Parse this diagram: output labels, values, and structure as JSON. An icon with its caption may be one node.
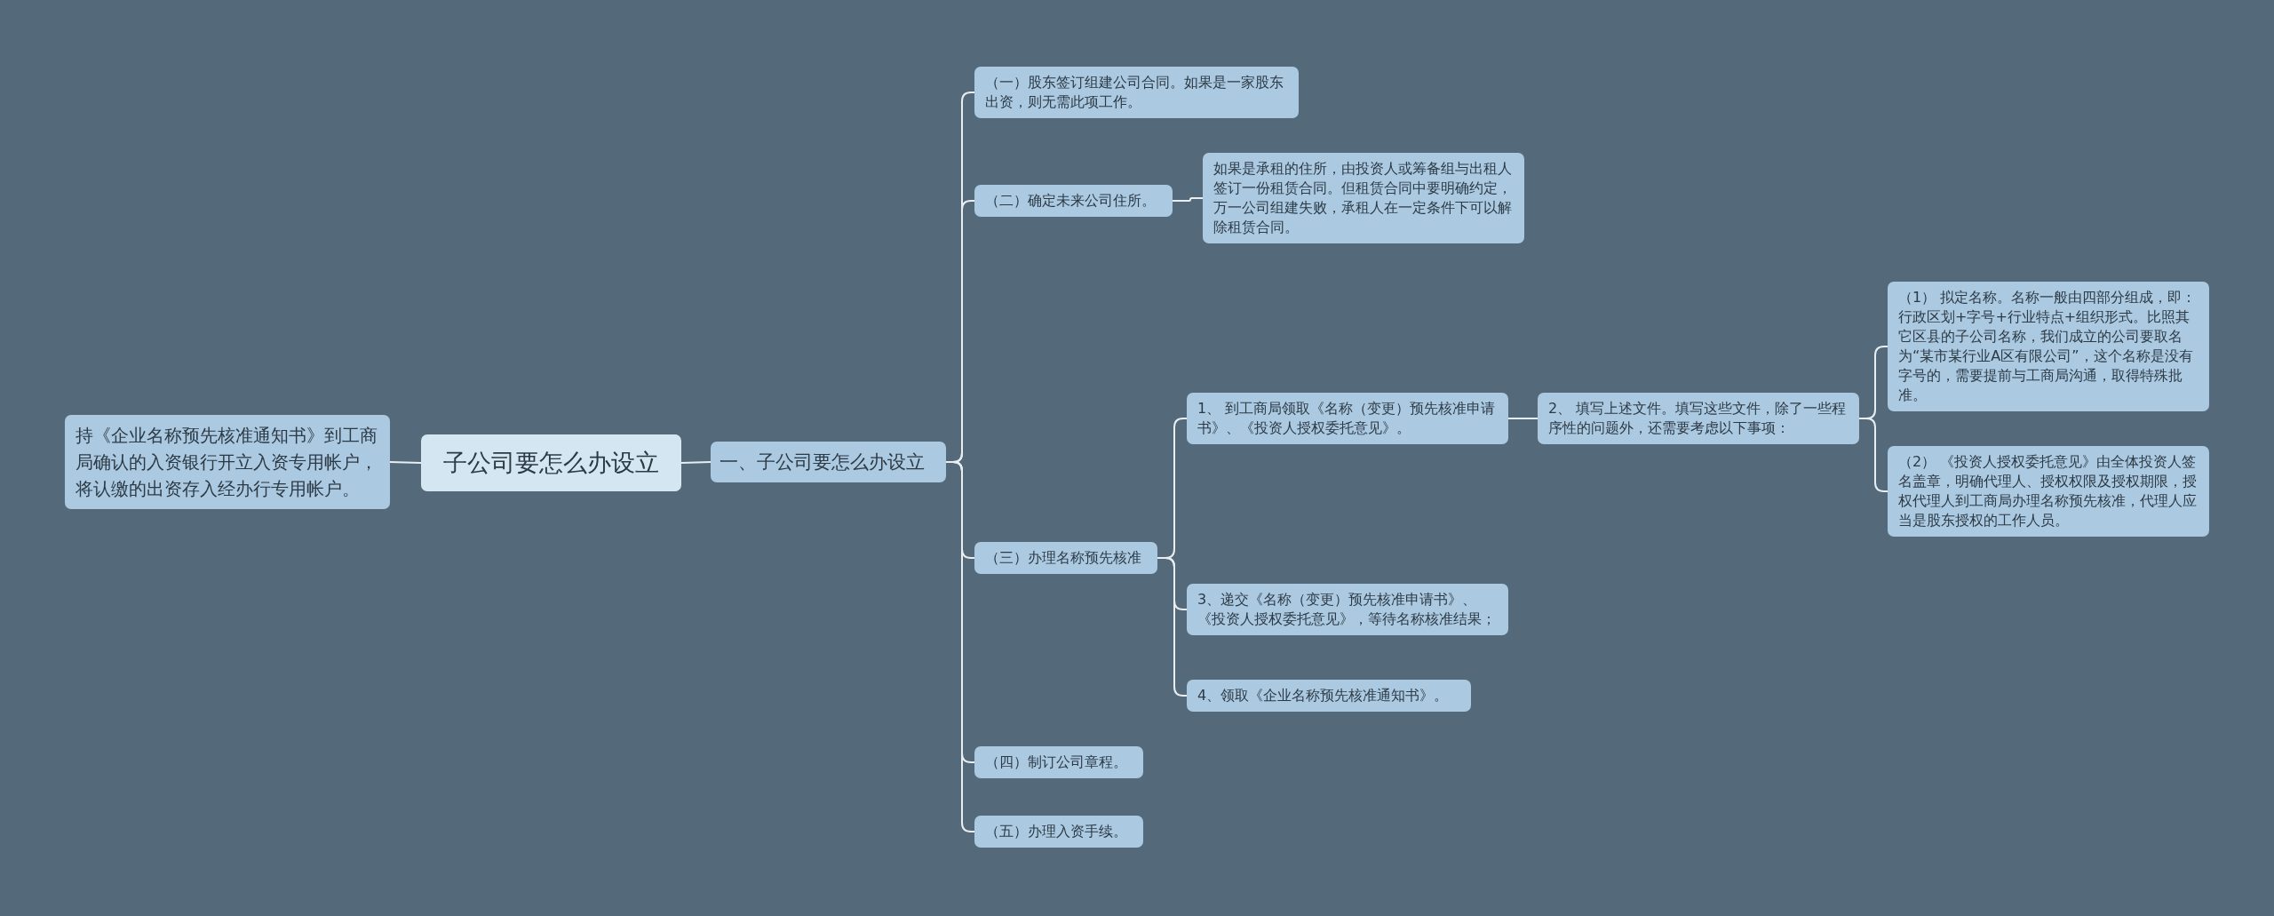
{
  "diagram": {
    "nodes": [
      {
        "text": [
          "持《企业名称预先核准通知书》到工商局确认的入资银行开立入资专用帐户，将认缴的出资存入经办行专用帐户。"
        ]
      },
      {
        "text": [
          "子公司要怎么办设立"
        ]
      },
      {
        "text": [
          "一、子公司要怎么办设立"
        ]
      },
      {
        "text": [
          "（一）股东签订组建公司合同。如果是一家股东出资，则无需此项工作。"
        ]
      },
      {
        "text": [
          "（二）确定未来公司住所。"
        ]
      },
      {
        "text": [
          "如果是承租的住所，由投资人或筹备组与出租人签订一份租赁合同。但租赁合同中要明确约定，万一公司组建失败，承租人在一定条件下可以解除租赁合同。"
        ]
      },
      {
        "text": [
          "（三）办理名称预先核准"
        ]
      },
      {
        "text": [
          "1、 到工商局领取《名称（变更）预先核准申请书》、《投资人授权委托意见》。"
        ]
      },
      {
        "text": [
          "2、 填写上述文件。填写这些文件，除了一些程序性的问题外，还需要考虑以下事项："
        ]
      },
      {
        "text": [
          "（1） 拟定名称。名称一般由四部分组成，即：行政区划+字号+行业特点+组织形式。比照其它区县的子公司名称，我们成立的公司要取名为“某市某行业A区有限公司”，这个名称是没有字号的，需要提前与工商局沟通，取得特殊批准。"
        ]
      },
      {
        "text": [
          "（2） 《投资人授权委托意见》由全体投资人签名盖章，明确代理人、授权权限及授权期限，授权代理人到工商局办理名称预先核准，代理人应当是股东授权的工作人员。"
        ]
      },
      {
        "text": [
          "3、递交《名称（变更）预先核准申请书》、《投资人授权委托意见》，等待名称核准结果；"
        ]
      },
      {
        "text": [
          "4、领取《企业名称预先核准通知书》。"
        ]
      },
      {
        "text": [
          "（四）制订公司章程。"
        ]
      },
      {
        "text": [
          "（五）办理入资手续。"
        ]
      }
    ],
    "edges": [
      {
        "from": 1,
        "to": 0,
        "arrow": "none"
      },
      {
        "from": 1,
        "to": 2,
        "arrow": "none"
      },
      {
        "from": 2,
        "to": 3,
        "arrow": "none"
      },
      {
        "from": 2,
        "to": 4,
        "arrow": "none"
      },
      {
        "from": 4,
        "to": 5,
        "arrow": "none"
      },
      {
        "from": 2,
        "to": 6,
        "arrow": "none"
      },
      {
        "from": 6,
        "to": 7,
        "arrow": "none"
      },
      {
        "from": 7,
        "to": 8,
        "arrow": "none"
      },
      {
        "from": 8,
        "to": 9,
        "arrow": "none"
      },
      {
        "from": 8,
        "to": 10,
        "arrow": "none"
      },
      {
        "from": 6,
        "to": 11,
        "arrow": "none"
      },
      {
        "from": 6,
        "to": 12,
        "arrow": "none"
      },
      {
        "from": 2,
        "to": 13,
        "arrow": "none"
      },
      {
        "from": 2,
        "to": 14,
        "arrow": "none"
      }
    ]
  }
}
